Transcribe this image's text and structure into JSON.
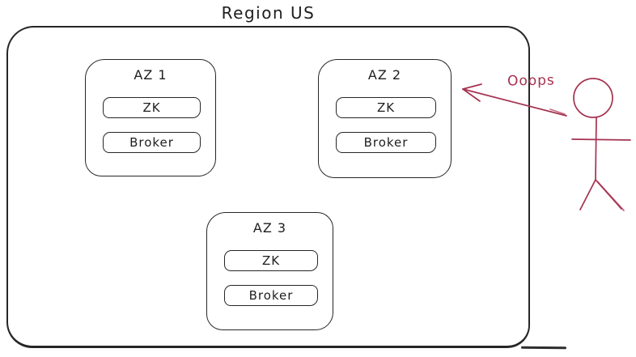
{
  "diagram": {
    "title": "Region US",
    "zones": [
      {
        "name": "AZ 1",
        "nodes": [
          "ZK",
          "Broker"
        ]
      },
      {
        "name": "AZ 2",
        "nodes": [
          "ZK",
          "Broker"
        ]
      },
      {
        "name": "AZ 3",
        "nodes": [
          "ZK",
          "Broker"
        ]
      }
    ],
    "annotation": {
      "label": "Ooops",
      "points_to": "AZ 2"
    },
    "icons": {
      "figure": "stick-person-icon",
      "arrow": "arrow-left-icon"
    },
    "colors": {
      "ink": "#1e1e1e",
      "accent": "#a53250",
      "background": "#ffffff"
    }
  }
}
